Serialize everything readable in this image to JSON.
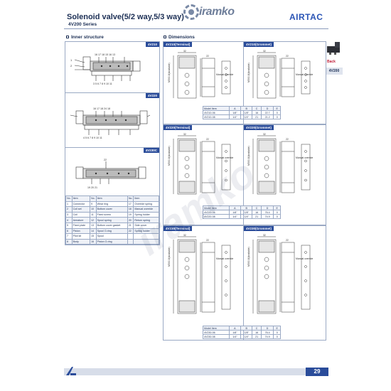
{
  "header": {
    "title": "Solenoid valve(5/2 way,5/3 way)",
    "series": "4V200 Series",
    "brand": "iramko",
    "maker": "AIRTAC"
  },
  "side_tab": {
    "back": "Back",
    "label": "4V200"
  },
  "sections": {
    "inner": "Inner structure",
    "dims": "Dimensions"
  },
  "inner_tags": [
    "4V210",
    "4V220",
    "4V230C"
  ],
  "inner_callouts": {
    "v210_top": "16  17 18  15   16  13",
    "v210_bottom": "3  5  6  7  8 9 10 11",
    "v220_top": "16   17 18  24   18",
    "v220_bottom": "4  5  6  7   8  9  10 11",
    "v230_top": "22",
    "v230_bottom": "19  20  21"
  },
  "parts_table": {
    "header": [
      "No.",
      "Item",
      "No.",
      "Item",
      "No.",
      "Item"
    ],
    "rows": [
      [
        "1",
        "Connector",
        "9",
        "Wear ring",
        "17",
        "Override spring"
      ],
      [
        "2",
        "Coil set",
        "10",
        "Bottom cover",
        "18",
        "Manual override"
      ],
      [
        "3",
        "Coil",
        "11",
        "Fixed screw",
        "19",
        "Spring holder"
      ],
      [
        "4",
        "Armature",
        "12",
        "Spool spring",
        "20",
        "Return spring"
      ],
      [
        "5",
        "Fixed plate",
        "13",
        "Bottom cover gasket",
        "21",
        "Side cover"
      ],
      [
        "6",
        "Piston",
        "14",
        "Spool O-ring",
        "22",
        "Spring holder"
      ],
      [
        "7",
        "Pilot kit",
        "15",
        "Spool",
        "",
        ""
      ],
      [
        "8",
        "Body",
        "16",
        "Piston O-ring",
        "",
        ""
      ]
    ]
  },
  "dim_panels": {
    "p1": "4V210(Terminal)",
    "p2": "4V210(Grommet)",
    "p3": "4V220(Terminal)",
    "p4": "4V220(Grommet)",
    "p5": "4V230(Terminal)",
    "p6": "4V230(Grommet)"
  },
  "dim_labels": {
    "m5": "M5X0.8(Available)",
    "exhaust": "Exhaust hole",
    "manual": "Manual override",
    "d1": "32",
    "d2": "22",
    "d3": "27"
  },
  "model_tables": {
    "t210": {
      "header": [
        "Model Item",
        "A",
        "B",
        "C",
        "D",
        "E"
      ],
      "rows": [
        [
          "4V210-06",
          "1/8\"",
          "1/8\"",
          "16",
          "22.7",
          "0"
        ],
        [
          "4V210-08",
          "1/4\"",
          "1/4\"",
          "21",
          "21.2",
          "0"
        ]
      ]
    },
    "t220": {
      "header": [
        "Model Item",
        "A",
        "B",
        "C",
        "D",
        "E"
      ],
      "rows": [
        [
          "4V220-06",
          "1/8\"",
          "1/8\"",
          "16",
          "76.4",
          "0"
        ],
        [
          "4V220-08",
          "1/4\"",
          "1/4\"",
          "21",
          "74.9",
          "0"
        ]
      ]
    },
    "t230": {
      "header": [
        "Model Item",
        "A",
        "B",
        "C",
        "D",
        "E"
      ],
      "rows": [
        [
          "4V230-06",
          "1/8\"",
          "1/8\"",
          "16",
          "76.4",
          "0"
        ],
        [
          "4V230-08",
          "1/4\"",
          "1/4\"",
          "21",
          "74.9",
          "0"
        ]
      ]
    }
  },
  "footer": {
    "page": "29"
  },
  "colors": {
    "navy": "#1c2f55",
    "accent": "#2a4c9a",
    "airtac": "#2a54b5",
    "line": "#9aa9c4"
  }
}
